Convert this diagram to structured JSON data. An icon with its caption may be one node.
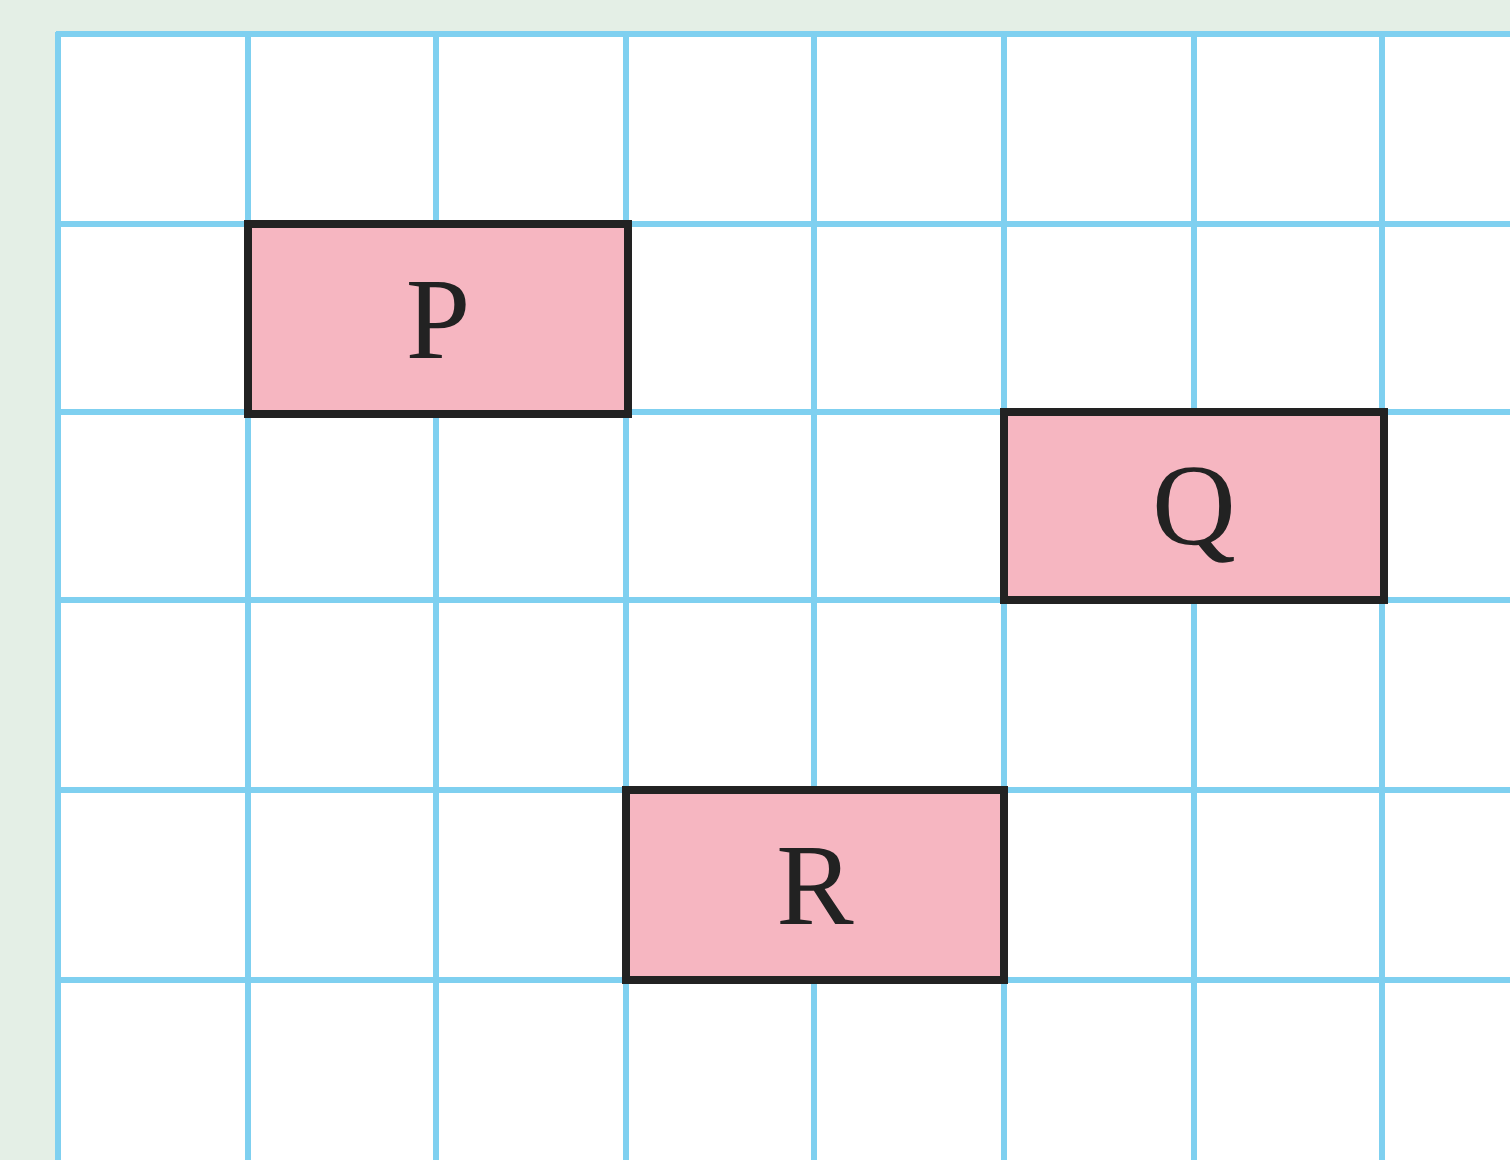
{
  "diagram": {
    "nodes": [
      {
        "text": [
          "P"
        ]
      },
      {
        "text": [
          "Q"
        ]
      },
      {
        "text": [
          "R"
        ]
      }
    ]
  }
}
